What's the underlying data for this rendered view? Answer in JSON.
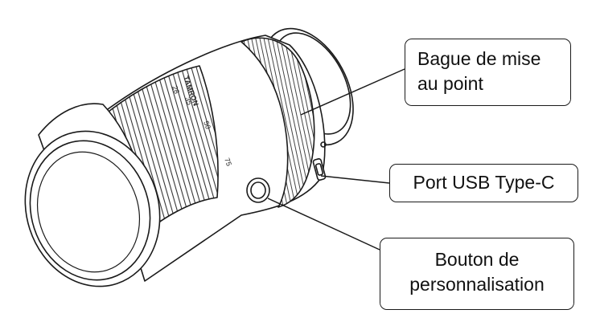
{
  "diagram": {
    "subject": "camera-lens",
    "brand_marking": "TAMRON",
    "focal_length_marks": [
      "28",
      "35",
      "50",
      "75"
    ],
    "callouts": {
      "focus_ring": {
        "line1": "Bague de mise",
        "line2": "au point"
      },
      "usb_port": {
        "label": "Port USB Type-C"
      },
      "custom_button": {
        "line1": "Bouton de",
        "line2": "personnalisation"
      }
    },
    "colors": {
      "line": "#1a1a1a",
      "background": "#ffffff",
      "text": "#111111"
    }
  }
}
